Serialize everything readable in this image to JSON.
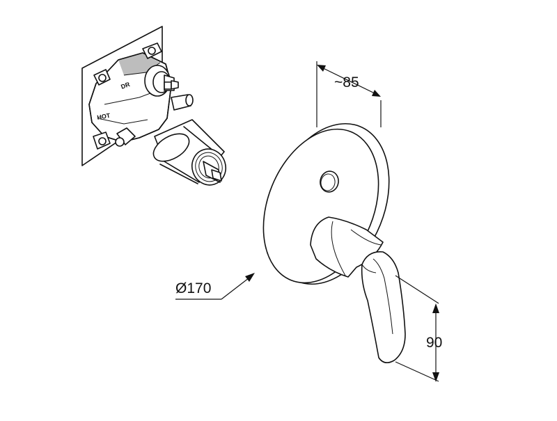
{
  "labels": {
    "depth": "~85",
    "diameter": "Ø170",
    "height": "90"
  },
  "stamps": {
    "top_left": "DR",
    "side": "HOT"
  },
  "colors": {
    "line": "#111111",
    "shade": "#bdbdbd",
    "background": "#ffffff"
  }
}
